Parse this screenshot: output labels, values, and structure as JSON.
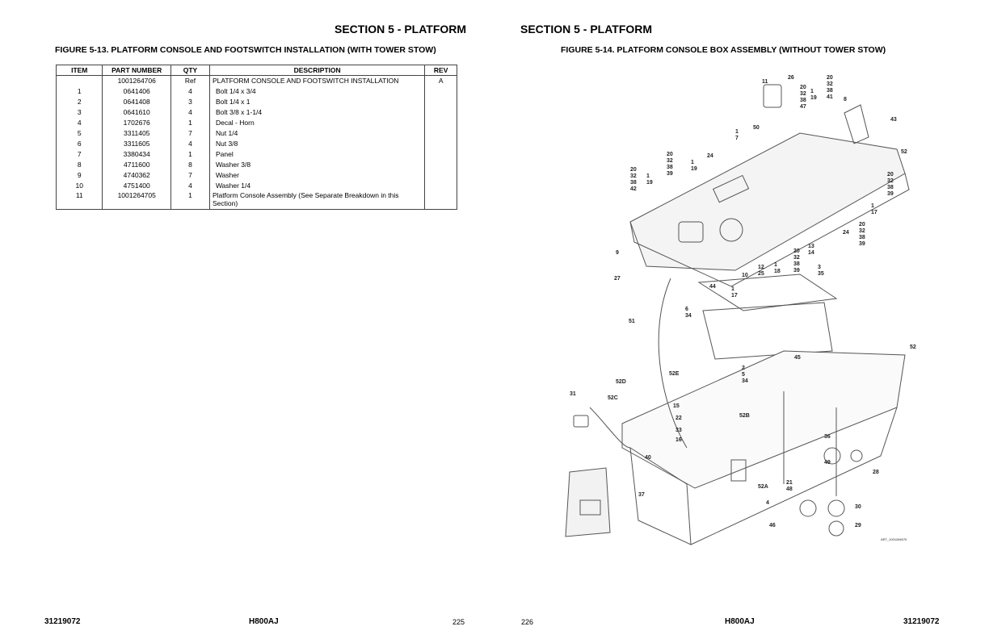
{
  "left_page": {
    "section_title": "SECTION 5 - PLATFORM",
    "figure_title": "FIGURE 5-13. PLATFORM CONSOLE AND FOOTSWITCH INSTALLATION (WITH TOWER STOW)",
    "table": {
      "headers": [
        "ITEM",
        "PART NUMBER",
        "QTY",
        "DESCRIPTION",
        "REV"
      ],
      "rows": [
        [
          "",
          "1001264706",
          "Ref",
          "PLATFORM CONSOLE  AND FOOTSWITCH INSTALLATION",
          "A"
        ],
        [
          "1",
          "0641406",
          "4",
          "Bolt 1/4 x 3/4",
          ""
        ],
        [
          "2",
          "0641408",
          "3",
          "Bolt 1/4 x 1",
          ""
        ],
        [
          "3",
          "0641610",
          "4",
          "Bolt 3/8 x 1-1/4",
          ""
        ],
        [
          "4",
          "1702676",
          "1",
          "Decal - Horn",
          ""
        ],
        [
          "5",
          "3311405",
          "7",
          "Nut 1/4",
          ""
        ],
        [
          "6",
          "3311605",
          "4",
          "Nut 3/8",
          ""
        ],
        [
          "7",
          "3380434",
          "1",
          "Panel",
          ""
        ],
        [
          "8",
          "4711600",
          "8",
          "Washer 3/8",
          ""
        ],
        [
          "9",
          "4740362",
          "7",
          "Washer",
          ""
        ],
        [
          "10",
          "4751400",
          "4",
          "Washer 1/4",
          ""
        ],
        [
          "11",
          "1001264705",
          "1",
          "Platform Console Assembly (See Separate Breakdown in this Section)",
          ""
        ]
      ]
    },
    "footer": {
      "doc_number": "31219072",
      "model": "H800AJ",
      "page": "225"
    }
  },
  "right_page": {
    "section_title": "SECTION 5 - PLATFORM",
    "figure_title": "FIGURE 5-14. PLATFORM CONSOLE BOX ASSEMBLY (WITHOUT TOWER STOW)",
    "art_id": "ART_1001266070",
    "callouts": [
      "11",
      "26",
      "20\n32\n38\n47",
      "1\n19",
      "20\n32\n38\n41",
      "8",
      "43",
      "52",
      "50",
      "1\n7",
      "24",
      "20\n32\n38\n39",
      "1\n19",
      "20\n32\n38\n42",
      "1\n19",
      "20\n32\n38\n39",
      "1\n17",
      "20\n32\n38\n39",
      "24",
      "9",
      "13\n14",
      "20\n32\n38\n39",
      "3\n35",
      "1\n18",
      "12\n25",
      "10",
      "1\n17",
      "44",
      "27",
      "6\n34",
      "51",
      "52",
      "45",
      "2\n5\n34",
      "52D",
      "52E",
      "31",
      "52C",
      "15",
      "22",
      "33",
      "16",
      "52B",
      "40",
      "36",
      "49",
      "28",
      "52A",
      "21\n48",
      "37",
      "4",
      "30",
      "46",
      "29"
    ],
    "footer": {
      "page": "226",
      "model": "H800AJ",
      "doc_number": "31219072"
    }
  }
}
